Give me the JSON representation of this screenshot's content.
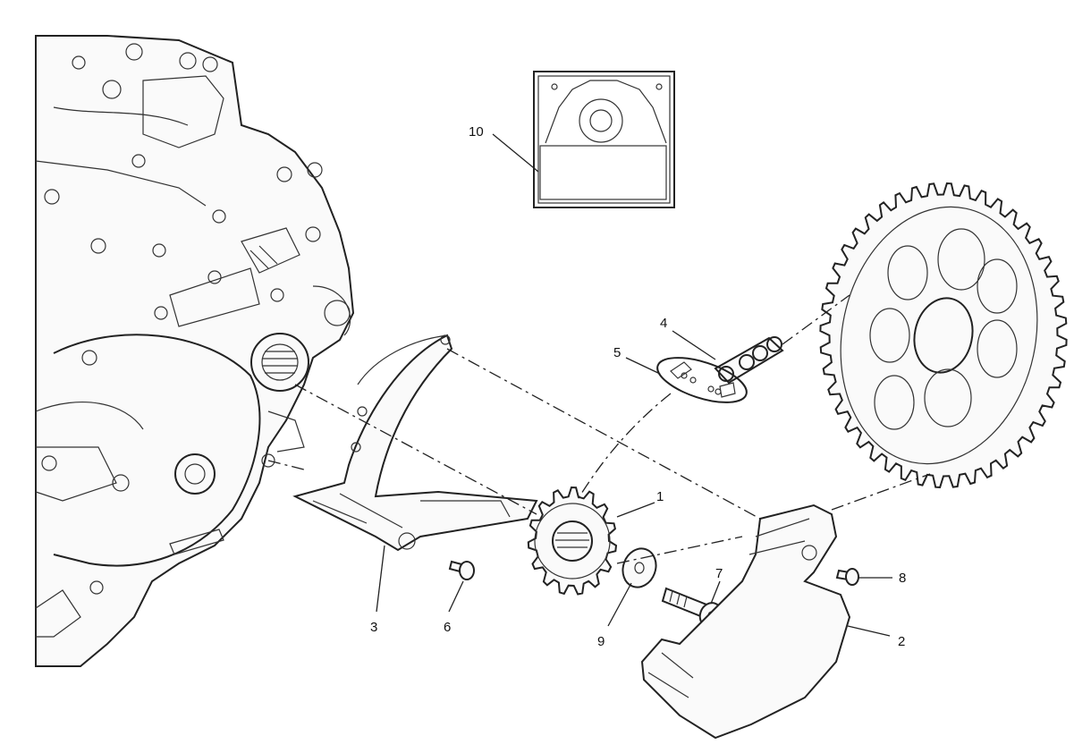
{
  "callouts": {
    "c1": "1",
    "c2": "2",
    "c3": "3",
    "c4": "4",
    "c5": "5",
    "c6": "6",
    "c7": "7",
    "c8": "8",
    "c9": "9",
    "c10": "10"
  },
  "parts": {
    "front_sprocket": "front-sprocket",
    "sprocket_cover": "sprocket-cover",
    "chain_guide": "chain-guide",
    "chain_link": "chain-link",
    "master_link_kit": "master-link-kit",
    "screw_6": "screw",
    "bolt_7": "bolt",
    "screw_8": "screw",
    "washer_9": "washer",
    "sprocket_kit_10": "sprocket-kit"
  },
  "colors": {
    "line": "#222222",
    "background": "#ffffff"
  }
}
